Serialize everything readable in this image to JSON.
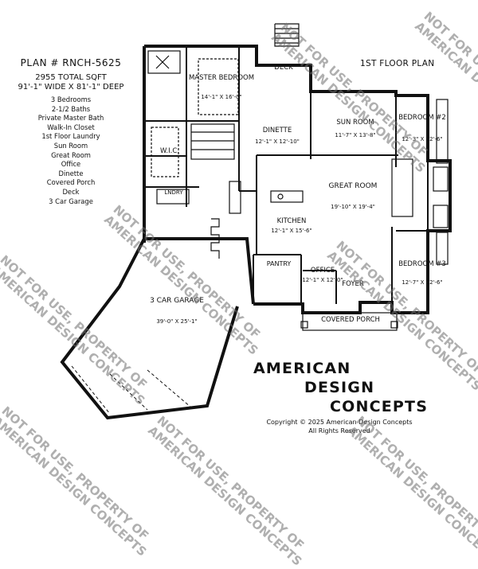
{
  "specs": {
    "plan_number": "PLAN # RNCH-5625",
    "total_sqft": "2955 TOTAL SQFT",
    "dimensions": "91'-1\" WIDE X 81'-1\" DEEP",
    "features": [
      "3 Bedrooms",
      "2-1/2 Baths",
      "Private Master Bath",
      "Walk-In Closet",
      "1st Floor Laundry",
      "Sun Room",
      "Great Room",
      "Office",
      "Dinette",
      "Covered Porch",
      "Deck",
      "3 Car Garage"
    ]
  },
  "plan_title": "1ST FLOOR PLAN",
  "rooms": {
    "master_bedroom": {
      "name": "MASTER BEDROOM",
      "size": "14'-1\" X 16'-0\""
    },
    "deck": {
      "name": "DECK"
    },
    "dinette": {
      "name": "DINETTE",
      "size": "12'-1\" X 12'-10\""
    },
    "sun_room": {
      "name": "SUN ROOM",
      "size": "11'-7\" X 13'-8\""
    },
    "bedroom_2": {
      "name": "BEDROOM #2",
      "size": "12'-3\" X 12'-6\""
    },
    "wic": {
      "name": "W.I.C."
    },
    "laundry": {
      "name": "LNDRY"
    },
    "great_room": {
      "name": "GREAT ROOM",
      "size": "19'-10\" X 19'-4\""
    },
    "kitchen": {
      "name": "KITCHEN",
      "size": "12'-1\" X 15'-6\""
    },
    "pantry": {
      "name": "PANTRY"
    },
    "office": {
      "name": "OFFICE",
      "size": "12'-1\" X 12'-0\""
    },
    "foyer": {
      "name": "FOYER"
    },
    "bedroom_3": {
      "name": "BEDROOM #3",
      "size": "12'-7\" X 12'-6\""
    },
    "covered_porch": {
      "name": "COVERED PORCH"
    },
    "garage": {
      "name": "3 CAR GARAGE",
      "size": "39'-0\" X 25'-1\""
    }
  },
  "brand": {
    "line1": "AMERICAN",
    "line2": "DESIGN",
    "line3": "CONCEPTS"
  },
  "copyright": {
    "line1": "Copyright © 2025 American Design Concepts",
    "line2": "All Rights Reserved"
  },
  "watermark": {
    "line1": "NOT FOR USE, PROPERTY OF",
    "line2": "AMERICAN DESIGN CONCEPTS"
  }
}
